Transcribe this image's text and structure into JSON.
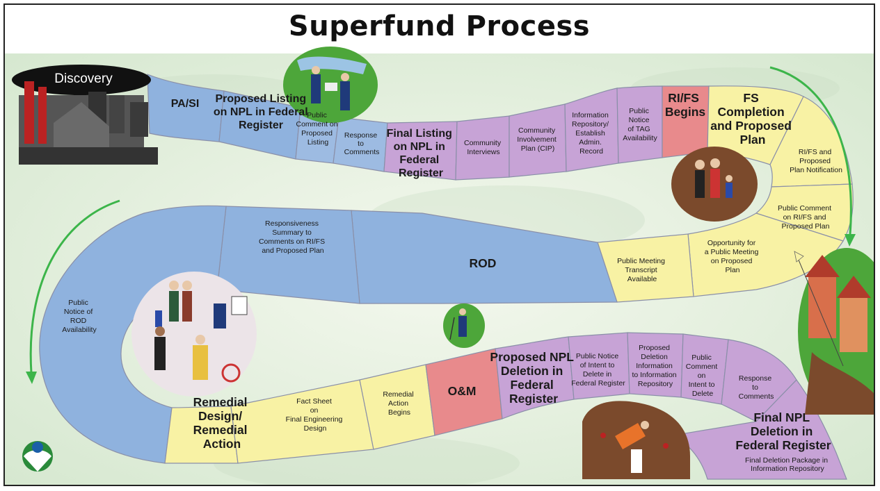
{
  "title": "Superfund Process",
  "discovery": "Discovery",
  "road": {
    "pa_si": "PA/SI",
    "proposed_listing": [
      "Proposed Listing",
      "on NPL in Federal",
      "Register"
    ],
    "public_comment_listing": [
      "Public",
      "Comment on",
      "Proposed",
      "Listing"
    ],
    "response_comments_1": [
      "Response",
      "to",
      "Comments"
    ],
    "final_listing": [
      "Final Listing",
      "on NPL in",
      "Federal",
      "Register"
    ],
    "community_interviews": [
      "Community",
      "Interviews"
    ],
    "cip": [
      "Community",
      "Involvement",
      "Plan (CIP)"
    ],
    "info_repository": [
      "Information",
      "Repository/",
      "Establish",
      "Admin.",
      "Record"
    ],
    "tag_notice": [
      "Public",
      "Notice",
      "of TAG",
      "Availability"
    ],
    "rifs_begins": [
      "RI/FS",
      "Begins"
    ],
    "fs_completion": [
      "FS",
      "Completion",
      "and Proposed",
      "Plan"
    ],
    "rifs_notification": [
      "RI/FS and",
      "Proposed",
      "Plan Notification"
    ],
    "public_comment_rifs": [
      "Public Comment",
      "on RI/FS and",
      "Proposed Plan"
    ],
    "opportunity_meeting": [
      "Opportunity for",
      "a Public Meeting",
      "on Proposed",
      "Plan"
    ],
    "meeting_transcript": [
      "Public Meeting",
      "Transcript",
      "Available"
    ],
    "rod": "ROD",
    "responsiveness_summary": [
      "Responsiveness",
      "Summary to",
      "Comments on RI/FS",
      "and Proposed Plan"
    ],
    "rod_notice": [
      "Public",
      "Notice of",
      "ROD",
      "Availability"
    ],
    "rd_ra": [
      "Remedial",
      "Design/",
      "Remedial",
      "Action"
    ],
    "fact_sheet": [
      "Fact Sheet",
      "on",
      "Final Engineering",
      "Design"
    ],
    "remedial_action_begins": [
      "Remedial",
      "Action",
      "Begins"
    ],
    "om": "O&M",
    "proposed_deletion": [
      "Proposed NPL",
      "Deletion in",
      "Federal",
      "Register"
    ],
    "notice_intent_delete": [
      "Public Notice",
      "of Intent to",
      "Delete in",
      "Federal Register"
    ],
    "deletion_info": [
      "Proposed",
      "Deletion",
      "Information",
      "to Information",
      "Repository"
    ],
    "comment_intent_delete": [
      "Public",
      "Comment",
      "on",
      "Intent to",
      "Delete"
    ],
    "response_comments_2": [
      "Response",
      "to",
      "Comments"
    ],
    "final_deletion": [
      "Final NPL",
      "Deletion in",
      "Federal Register"
    ],
    "final_package": [
      "Final Deletion Package in",
      "Information Repository"
    ]
  },
  "colors": {
    "blue": "#8fb2de",
    "purple": "#c7a3d6",
    "yellow": "#f8f2a4",
    "red": "#e88a8c",
    "outline": "#8a8fa8",
    "arrow": "#3cb54a",
    "scene_green": "#4da63a",
    "scene_brown": "#7b4a2c",
    "background": "#e3efde"
  },
  "icons": [
    "factory-icon",
    "field-workers-icon",
    "community-group-icon",
    "houses-icon",
    "inspector-icon",
    "families-icon",
    "planting-worker-icon",
    "epa-logo-icon"
  ]
}
